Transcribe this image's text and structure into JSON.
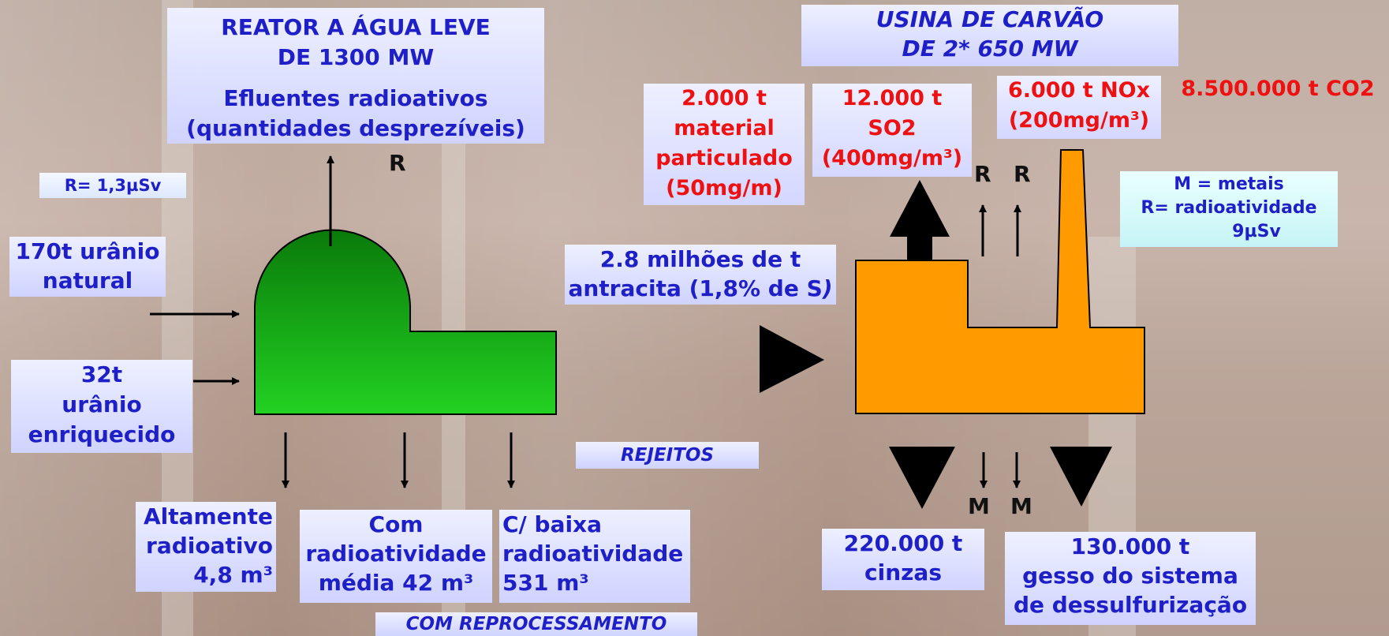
{
  "reactor": {
    "title_line1": "REATOR A ÁGUA LEVE",
    "title_line2": "DE  1300 MW",
    "effluents_line1": "Efluentes radioativos",
    "effluents_line2": "(quantidades desprezíveis)",
    "r_label": "R",
    "dose": "R= 1,3µSv",
    "input1_line1": "170t urânio",
    "input1_line2": "natural",
    "input2_line1": "32t",
    "input2_line2": "urânio",
    "input2_line3": "enriquecido",
    "waste_high_line1": "Altamente",
    "waste_high_line2": "radioativo",
    "waste_high_line3": "4,8 m³",
    "waste_mid_line1": "Com",
    "waste_mid_line2": "radioatividade",
    "waste_mid_line3": "média 42 m³",
    "waste_low_line1": "C/ baixa",
    "waste_low_line2": "radioatividade",
    "waste_low_line3": "531 m³",
    "reprocessing": "COM REPROCESSAMENTO",
    "building_color": "#0a9a0a"
  },
  "coal_plant": {
    "title_line1": "USINA DE CARVÃO",
    "title_line2": "DE 2* 650 MW",
    "particulate_line1": "2.000  t",
    "particulate_line2": "material",
    "particulate_line3": "particulado",
    "particulate_line4": "(50mg/m)",
    "so2_line1": "12.000 t",
    "so2_line2": "SO2",
    "so2_line3": "(400mg/m³)",
    "nox_line1": "6.000 t NOx",
    "nox_line2": "(200mg/m³)",
    "co2": "8.500.000 t CO2",
    "r_label_1": "R",
    "r_label_2": "R",
    "legend_line1": "M = metais",
    "legend_line2": "R= radioatividade",
    "legend_line3": "9µSv",
    "fuel_line1": "2.8 milhões de t",
    "fuel_line2": "antracita (1,8% de S",
    "fuel_suffix": ")",
    "rejects": "REJEITOS",
    "m_label_1": "M",
    "m_label_2": "M",
    "ash_line1": "220.000 t",
    "ash_line2": "cinzas",
    "gypsum_line1": "130.000 t",
    "gypsum_line2": "gesso do sistema",
    "gypsum_line3": "de dessulfurização",
    "building_color": "#ff9a00"
  }
}
